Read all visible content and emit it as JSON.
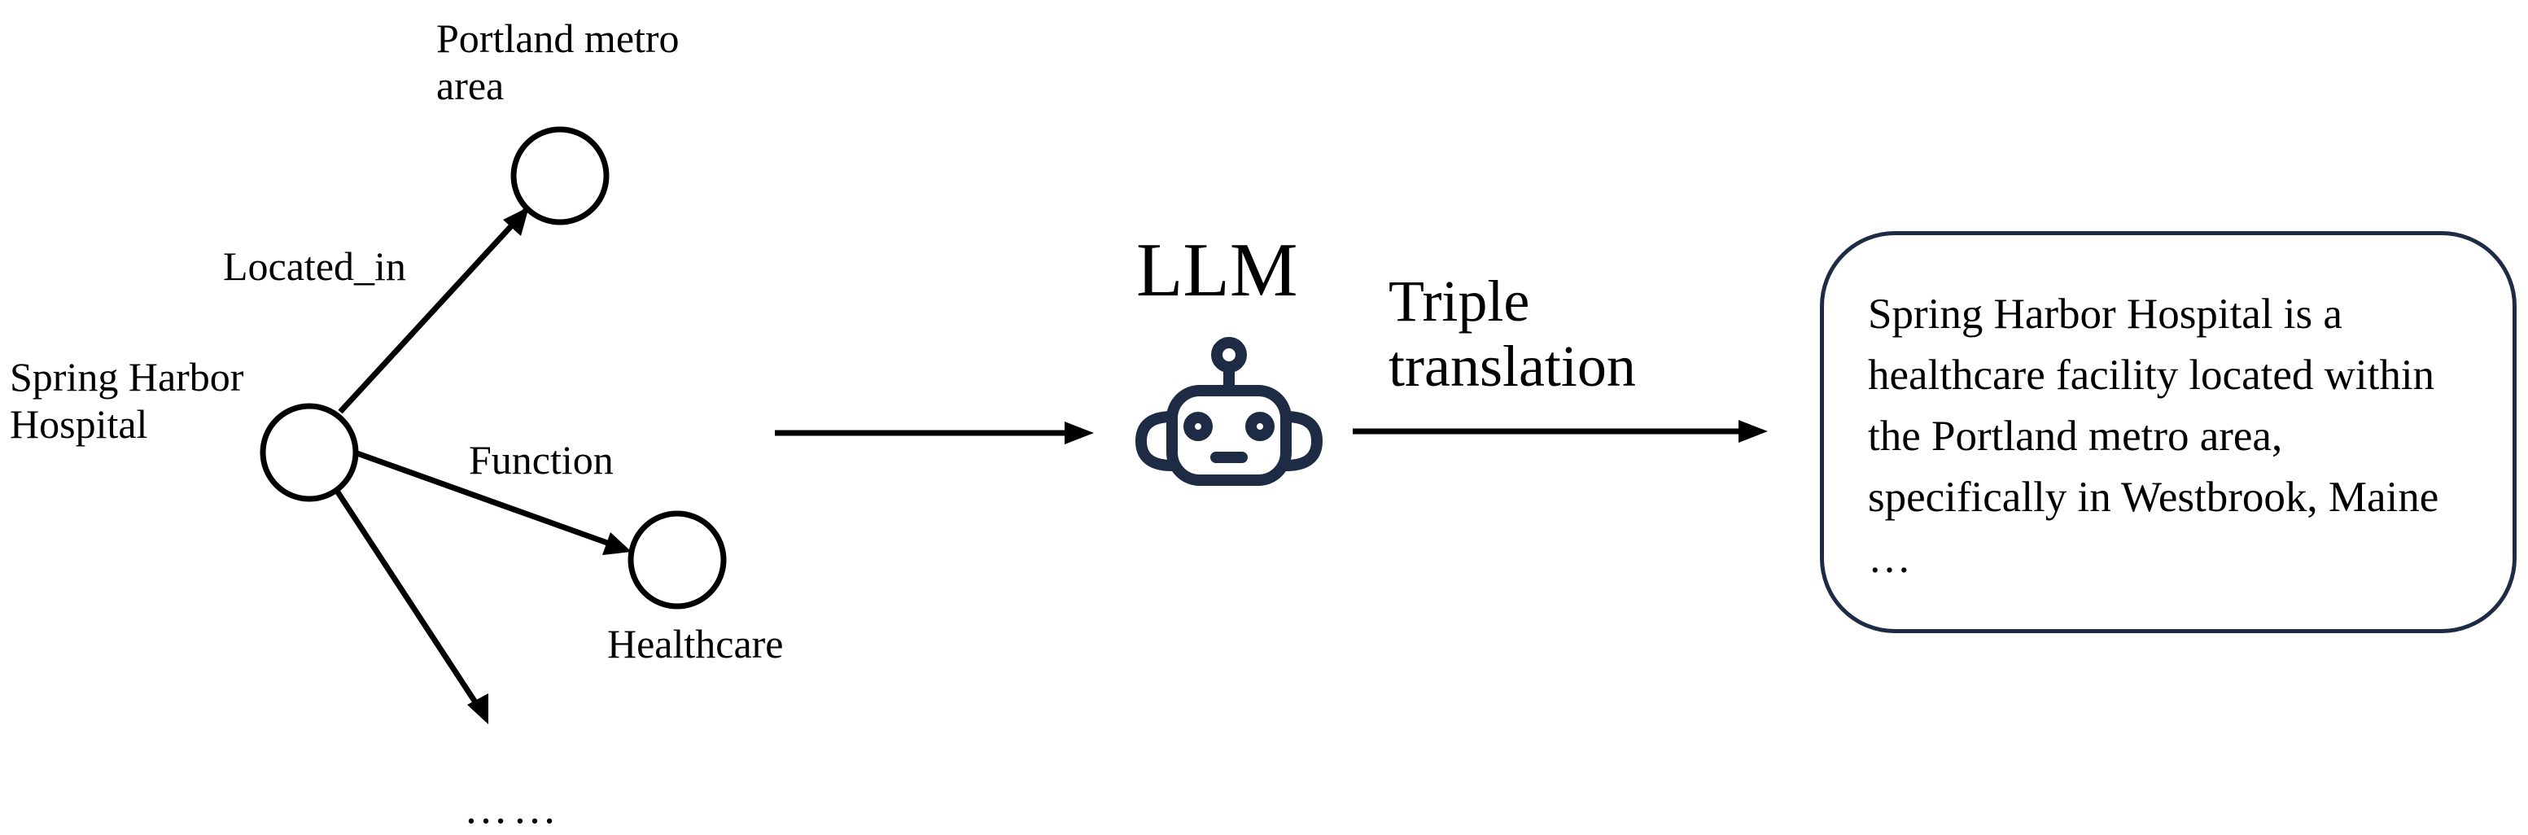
{
  "graph": {
    "center_node": "Spring Harbor\nHospital",
    "edges": [
      {
        "relation": "Located_in",
        "target": "Portland metro\narea"
      },
      {
        "relation": "Function",
        "target": "Healthcare"
      }
    ],
    "more": "……"
  },
  "model": {
    "label": "LLM",
    "icon": "robot-icon",
    "icon_color": "#1e2b44"
  },
  "process": {
    "label": "Triple\ntranslation"
  },
  "output": {
    "text": "Spring Harbor Hospital is a healthcare facility located within the Portland metro area, specifically in Westbrook, Maine …"
  }
}
